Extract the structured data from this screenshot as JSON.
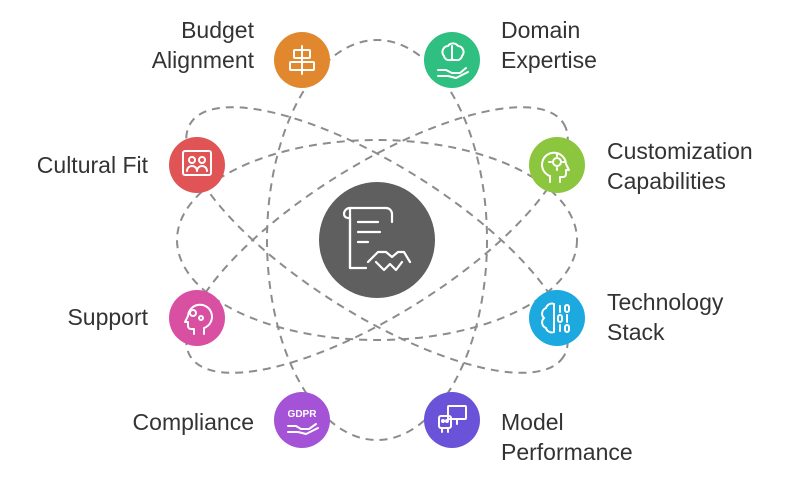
{
  "center": {
    "icon": "contract-handshake-icon",
    "color": "#5f5f5f"
  },
  "nodes": [
    {
      "key": "budget",
      "lines": [
        "Budget",
        "Alignment"
      ],
      "color": "#e1882f",
      "icon": "align-center-icon"
    },
    {
      "key": "domain",
      "lines": [
        "Domain",
        "Expertise"
      ],
      "color": "#2fbf80",
      "icon": "brain-hand-icon"
    },
    {
      "key": "customization",
      "lines": [
        "Customization",
        "Capabilities"
      ],
      "color": "#8cc63f",
      "icon": "head-gear-icon"
    },
    {
      "key": "technology",
      "lines": [
        "Technology",
        "Stack"
      ],
      "color": "#1ba9e0",
      "icon": "binary-brain-icon"
    },
    {
      "key": "model",
      "lines": [
        "Model",
        "Performance"
      ],
      "color": "#6a52d9",
      "icon": "monitor-robot-icon"
    },
    {
      "key": "compliance",
      "lines": [
        "Compliance"
      ],
      "color": "#a453d6",
      "icon": "gdpr-hand-icon"
    },
    {
      "key": "support",
      "lines": [
        "Support"
      ],
      "color": "#d94fa2",
      "icon": "support-head-icon"
    },
    {
      "key": "cultural",
      "lines": [
        "Cultural Fit"
      ],
      "color": "#e05456",
      "icon": "team-people-icon"
    }
  ]
}
